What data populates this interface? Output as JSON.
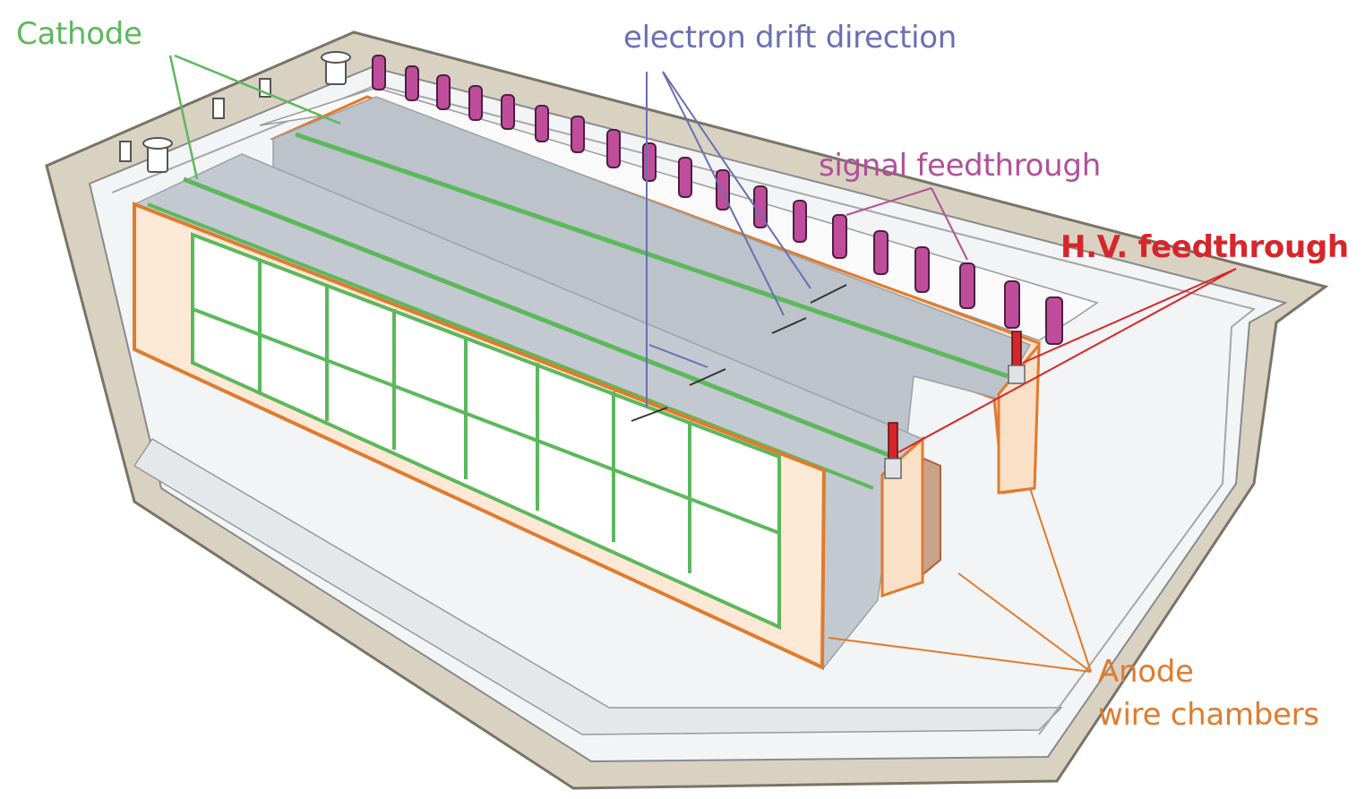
{
  "labels": {
    "cathode": "Cathode",
    "electron_drift": "electron drift direction",
    "signal_feedthrough": "signal feedthrough",
    "hv_feedthrough": "H.V. feedthrough",
    "anode_line1": "Anode",
    "anode_line2": "wire chambers"
  },
  "colors": {
    "cathode": "#5cb85c",
    "electron_drift": "#6a6fb3",
    "signal_feedthrough": "#b0509a",
    "hv_feedthrough": "#d7262b",
    "anode": "#e07b2e",
    "cryostat_wall": "#d9d2c2",
    "cryostat_outline": "#7a7466",
    "inner_vessel": "#f3f4f5",
    "cathode_plane": "#bcc3cb",
    "anode_fill": "#fbe0c8",
    "feedthrough_post": "#c04d9c"
  }
}
